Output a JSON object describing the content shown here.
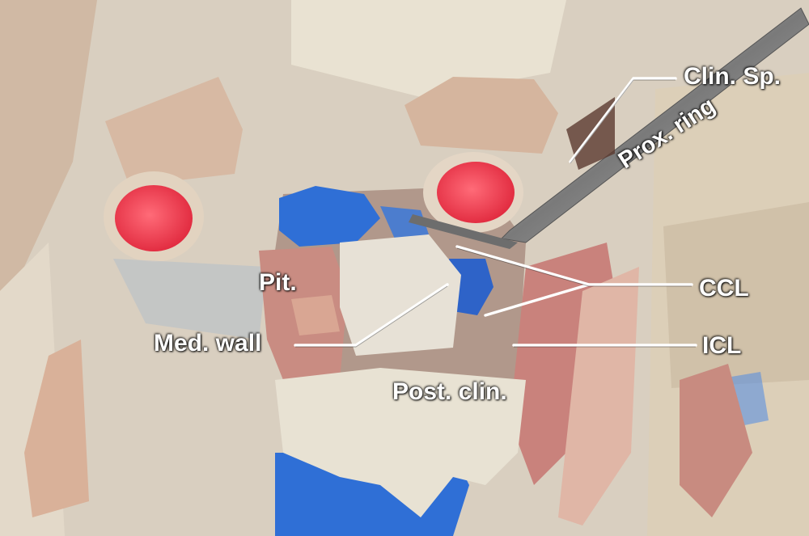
{
  "image": {
    "labels": {
      "clin_sp": "Clin. Sp.",
      "prox_ring": "Prox. ring",
      "pit": "Pit.",
      "ccl": "CCL",
      "med_wall": "Med. wall",
      "icl": "ICL",
      "post_clin": "Post. clin."
    }
  },
  "colors": {
    "tissue_base": "#d9cfc0",
    "artery_red": "#ef3b4e",
    "vein_blue": "#2f6fd6",
    "muscle_pink": "#c9827c",
    "label_white": "#ffffff"
  }
}
